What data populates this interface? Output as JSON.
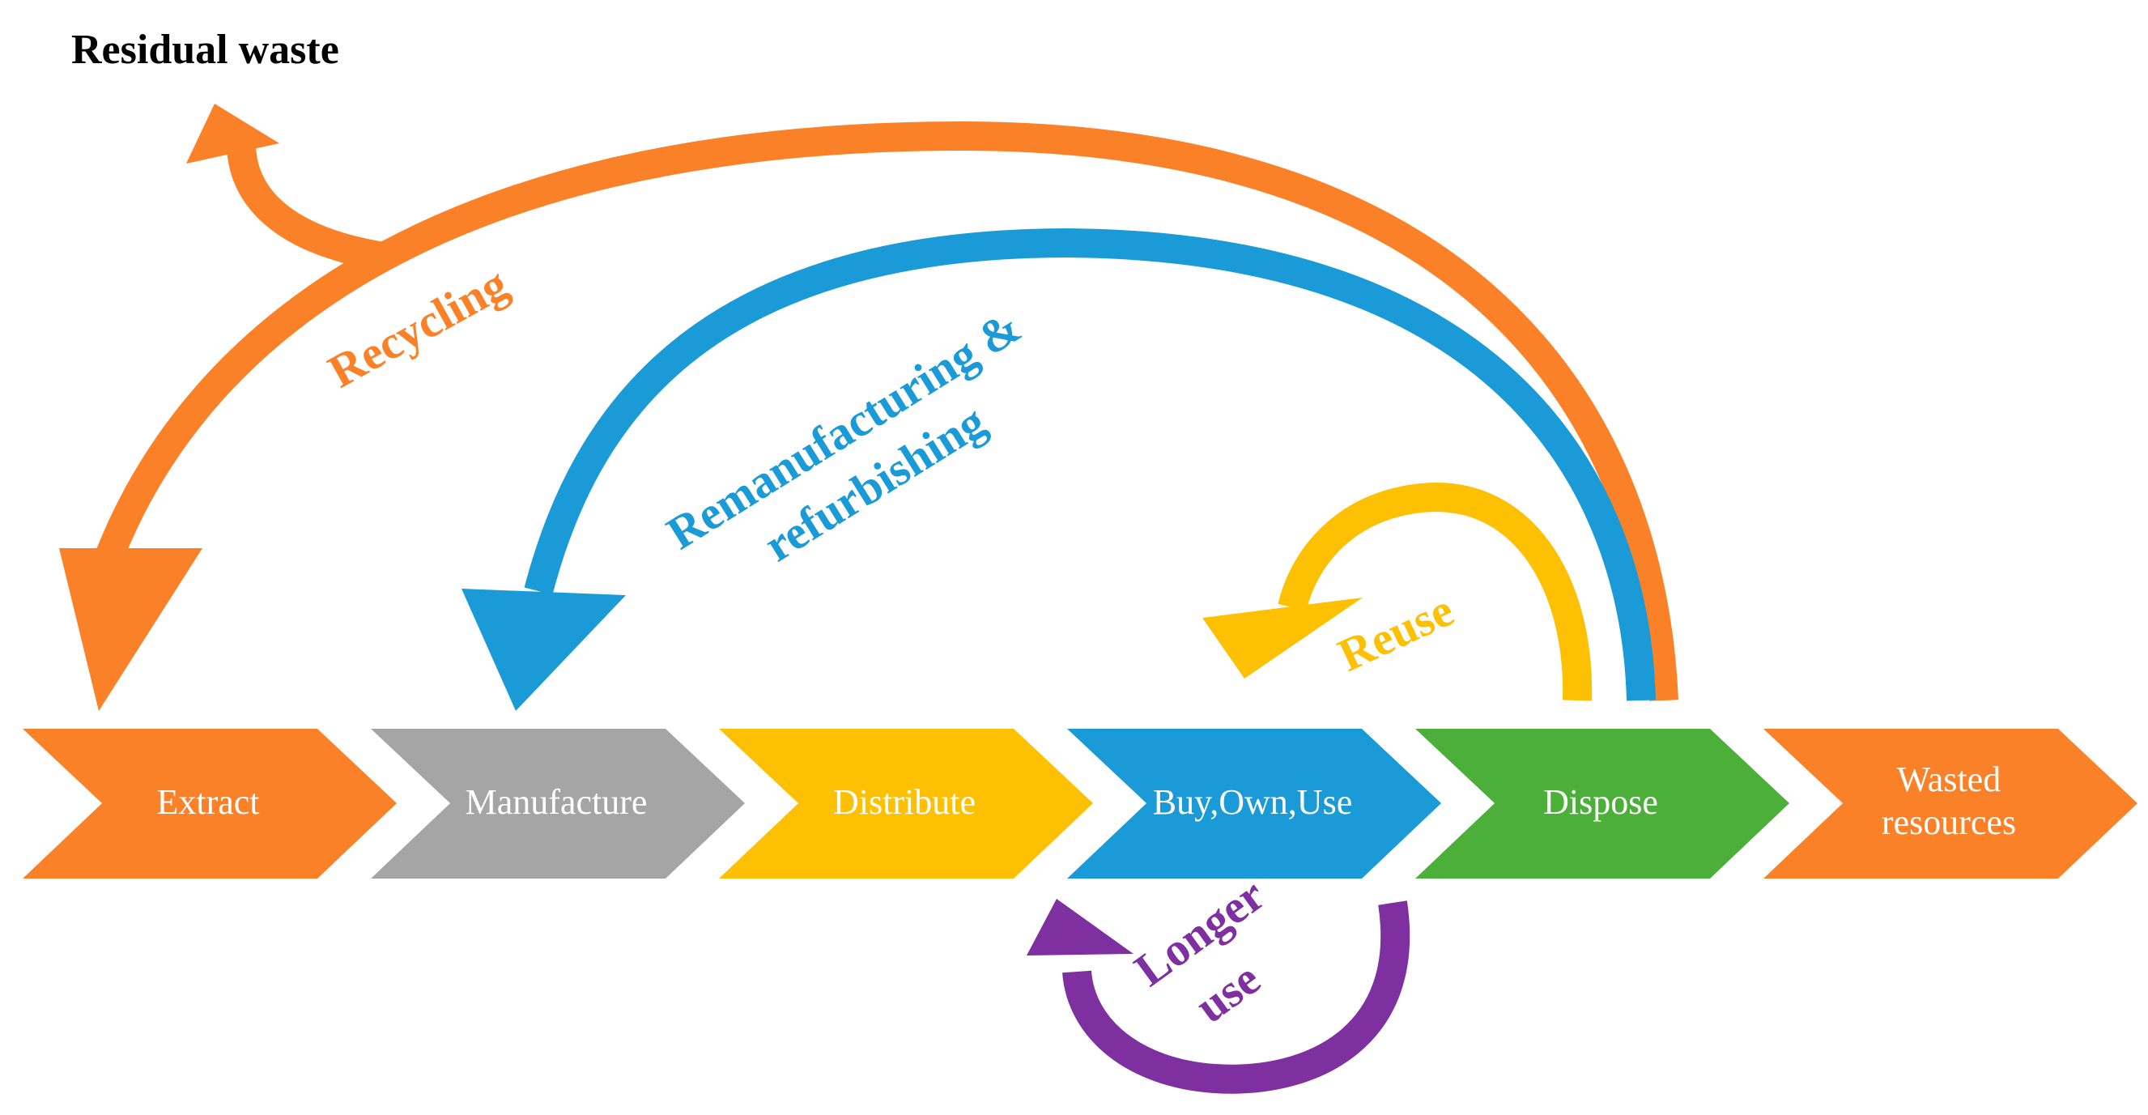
{
  "title": "Residual waste",
  "stages": [
    {
      "label_lines": [
        "Extract"
      ],
      "color": "#FB8129"
    },
    {
      "label_lines": [
        "Manufacture"
      ],
      "color": "#A5A5A5"
    },
    {
      "label_lines": [
        "Distribute"
      ],
      "color": "#FEC002"
    },
    {
      "label_lines": [
        "Buy,Own,Use"
      ],
      "color": "#1A9BD7"
    },
    {
      "label_lines": [
        "Dispose"
      ],
      "color": "#4CAF3A"
    },
    {
      "label_lines": [
        "Wasted",
        "resources"
      ],
      "color": "#FB8129"
    }
  ],
  "loops": {
    "recycling": {
      "label": "Recycling",
      "color": "#FB8129"
    },
    "remanufacturing": {
      "label_lines": [
        "Remanufacturing &",
        "refurbishing"
      ],
      "color": "#1A9BD7"
    },
    "reuse": {
      "label": "Reuse",
      "color": "#FEC002"
    },
    "longer_use": {
      "label_lines": [
        "Longer",
        "use"
      ],
      "color": "#7E2FA0"
    }
  }
}
